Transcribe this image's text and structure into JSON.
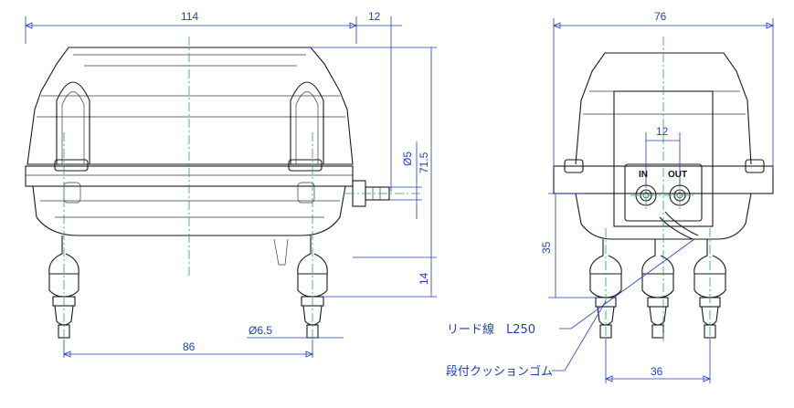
{
  "dimensions": {
    "width_front": "114",
    "nozzle_offset": "12",
    "nozzle_dia": "Ø5",
    "height_front": "71.5",
    "foot_height": "14",
    "foot_pitch": "86",
    "foot_dia": "Ø6.5",
    "width_side": "76",
    "port_pitch": "12",
    "side_height": "35",
    "side_foot_pitch": "36"
  },
  "ports": {
    "in_label": "IN",
    "out_label": "OUT"
  },
  "notes": {
    "lead_wire": "リード線　L250",
    "cushion_rubber": "段付クッションゴム"
  },
  "colors": {
    "dimension": "#1f3fbf",
    "centerline": "#1aa84a",
    "outline": "#1a1a1a"
  }
}
